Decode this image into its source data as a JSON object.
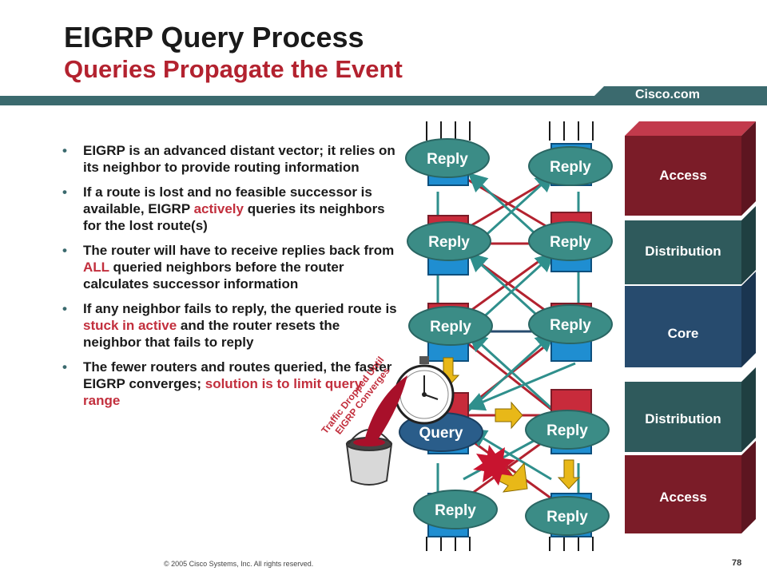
{
  "title": "EIGRP Query Process",
  "subtitle": "Queries Propagate the Event",
  "header": {
    "brand": "Cisco.com"
  },
  "bullets": [
    {
      "parts": [
        {
          "text": "EIGRP is an advanced distant vector; it relies on its neighbor to provide routing information"
        }
      ]
    },
    {
      "parts": [
        {
          "text": "If a route is lost and no feasible successor is available, EIGRP "
        },
        {
          "text": "actively",
          "highlight": true
        },
        {
          "text": " queries its neighbors for the lost route(s)"
        }
      ]
    },
    {
      "parts": [
        {
          "text": "The router will have to receive replies back from "
        },
        {
          "text": "ALL",
          "highlight": true
        },
        {
          "text": " queried neighbors before the router calculates successor information"
        }
      ]
    },
    {
      "parts": [
        {
          "text": "If any neighbor fails to reply, the queried route is "
        },
        {
          "text": "stuck in active",
          "highlight": true
        },
        {
          "text": " and the router resets the neighbor that fails to reply"
        }
      ]
    },
    {
      "parts": [
        {
          "text": "The fewer routers and routes queried, the faster EIGRP converges; "
        },
        {
          "text": "solution is to limit query range",
          "highlight": true
        }
      ]
    }
  ],
  "diagram": {
    "layers": [
      {
        "label": "Access",
        "color": "#7b1c28"
      },
      {
        "label": "Distribution",
        "color": "#2f5a5c"
      },
      {
        "label": "Core",
        "color": "#274b6e"
      },
      {
        "label": "Distribution",
        "color": "#2f5a5c"
      },
      {
        "label": "Access",
        "color": "#7b1c28"
      }
    ],
    "bubbles": {
      "reply": "Reply",
      "query": "Query"
    },
    "traffic_note": [
      "Traffic Dropped Until",
      "EIGRP Converges"
    ]
  },
  "footer": {
    "copyright": "© 2005 Cisco Systems, Inc. All rights reserved.",
    "page": "78"
  },
  "colors": {
    "teal": "#3b6a6e",
    "accent_red": "#b3222f",
    "bubble": "#3b8c86",
    "query_bubble": "#2a5d8a"
  }
}
